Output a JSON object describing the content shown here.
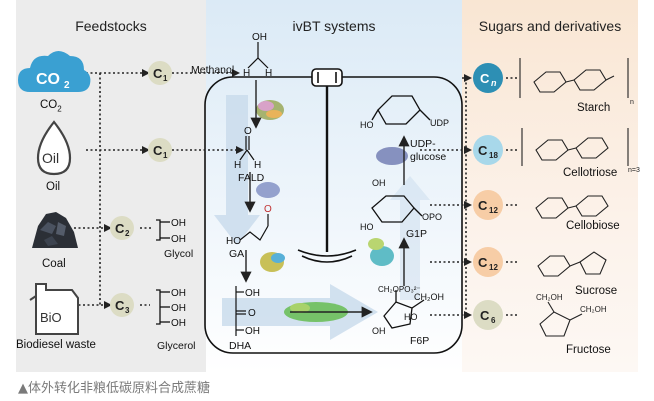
{
  "headers": {
    "feedstocks": "Feedstocks",
    "ivbt": "ivBT systems",
    "sugars": "Sugars and derivatives"
  },
  "feedstocks": {
    "co2_icon_text": "CO",
    "co2_icon_sub": "2",
    "co2_label": "CO",
    "co2_label_sub": "2",
    "oil_icon_text": "Oil",
    "oil_label": "Oil",
    "coal_label": "Coal",
    "biodiesel_icon_text": "BiO",
    "biodiesel_label": "Biodiesel waste"
  },
  "carbon_nodes": {
    "c1_a": "C",
    "c1_a_sub": "1",
    "c1_b": "C",
    "c1_b_sub": "1",
    "c2": "C",
    "c2_sub": "2",
    "c3": "C",
    "c3_sub": "3"
  },
  "intermediates": {
    "methanol": "Methanol",
    "fald": "FALD",
    "glycol": "Glycol",
    "ga": "GA",
    "glycerol": "Glycerol",
    "dha": "DHA",
    "f6p": "F6P",
    "g1p": "G1P",
    "udp_glucose_1": "UDP-",
    "udp_glucose_2": "glucose",
    "udp": "UDP",
    "opo3": "OPO",
    "ch2opo3": "CH₂OPO₃²⁻",
    "ch2oh": "CH₂OH",
    "oh": "OH",
    "ho": "HO",
    "o": "O",
    "h": "H"
  },
  "products": {
    "cn": "C",
    "cn_sub": "n",
    "c18": "C",
    "c18_sub": "18",
    "c12_a": "C",
    "c12_a_sub": "12",
    "c12_b": "C",
    "c12_b_sub": "12",
    "c6": "C",
    "c6_sub": "6",
    "starch": "Starch",
    "cellotriose": "Cellotriose",
    "cellobiose": "Cellobiose",
    "sucrose": "Sucrose",
    "fructose": "Fructose",
    "n_index": "n",
    "n3_index": "n=3"
  },
  "caption": "▲体外转化非粮低碳原料合成蔗糖",
  "colors": {
    "feedstock_bg": "#ececec",
    "ivbt_bg": "#e3f0f9",
    "sugars_bg": "#fbeee2",
    "c_node": "#dcdcc4",
    "cn_node": "#2d8fb4",
    "c18_node": "#a8d8ea",
    "c12_node": "#f7cda6",
    "c6_node": "#dcdcc4",
    "flow_arrow": "#c9daea"
  }
}
